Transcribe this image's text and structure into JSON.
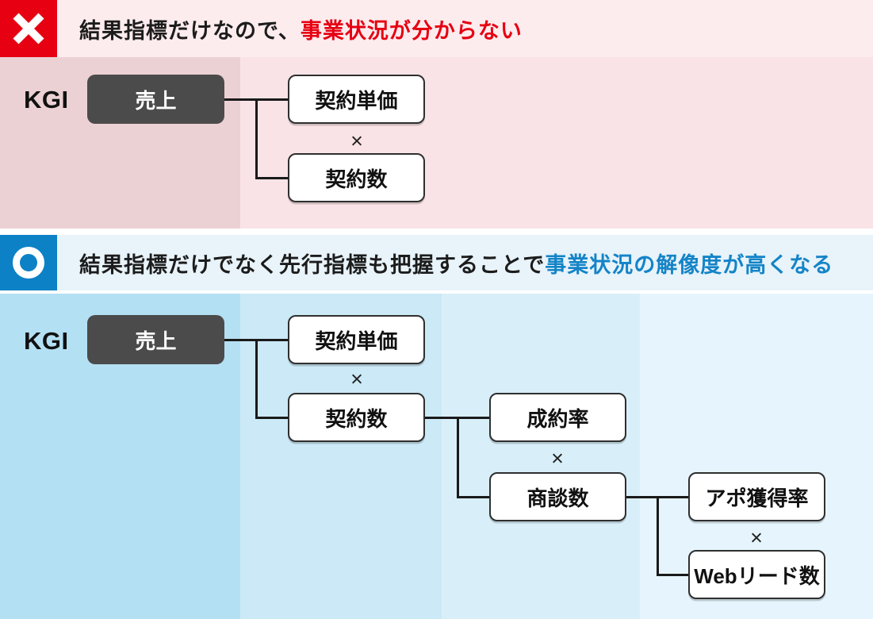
{
  "colors": {
    "ng_accent": "#e60012",
    "ok_accent": "#1484c7",
    "ng_marker_bg": "#e60012",
    "ok_marker_bg": "#0c81c6",
    "dark_node_bg": "#4b4b4b",
    "ng_band_bg": "#fdecee",
    "ng_col1_bg": "#ecd1d4",
    "ng_col2_bg": "#fae3e6",
    "ok_band_bg": "#e8f3fa",
    "ok_col1_bg": "#b4e0f3",
    "ok_col2_bg": "#cbe9f7",
    "ok_col3_bg": "#d8effa",
    "ok_col4_bg": "#e6f5fd"
  },
  "sections": [
    {
      "marker": "x",
      "title_plain": "結果指標だけなので、",
      "title_accent": "事業状況が分からない",
      "kgi_label": "KGI",
      "multiply": "×",
      "nodes": {
        "root": "売上",
        "level2": [
          "契約単価",
          "契約数"
        ]
      }
    },
    {
      "marker": "o",
      "title_plain": "結果指標だけでなく先行指標も把握することで",
      "title_accent": "事業状況の解像度が高くなる",
      "kgi_label": "KGI",
      "multiply": "×",
      "nodes": {
        "root": "売上",
        "level2": [
          "契約単価",
          "契約数"
        ],
        "level3": [
          "成約率",
          "商談数"
        ],
        "level4": [
          "アポ獲得率",
          "Webリード数"
        ]
      }
    }
  ]
}
